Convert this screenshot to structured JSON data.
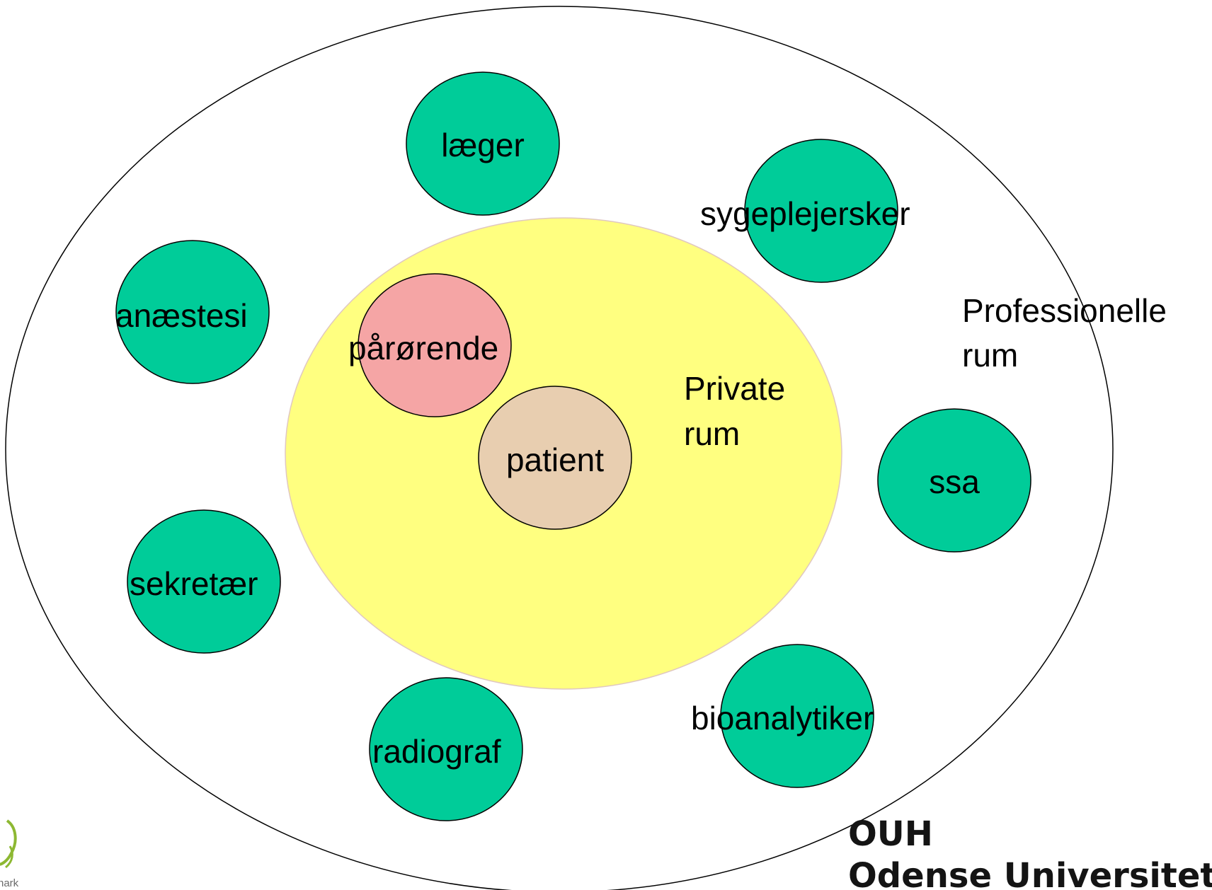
{
  "colors": {
    "outer_fill": "#ffffff",
    "private_fill": "#ffff80",
    "private_stroke": "#e0c8c0",
    "role_fill": "#00cc99",
    "relative_fill": "#f5a5a5",
    "patient_fill": "#e8ceb0",
    "stroke": "#000000",
    "logo_green": "#8db832"
  },
  "private_space": {
    "line1": "Private",
    "line2": "rum"
  },
  "professional_space": {
    "line1": "Professionelle",
    "line2": "rum"
  },
  "center": {
    "patient": "patient",
    "relatives": "pårørende"
  },
  "roles": {
    "laeger": "læger",
    "sygeplejersker": "sygeplejersker",
    "anaestesi": "anæstesi",
    "ssa": "ssa",
    "sekretaer": "sekretær",
    "bioanalytiker": "bioanalytiker",
    "radiograf": "radiograf"
  },
  "logo": {
    "line1": "OUH",
    "line2": "Odense Universitetshospi"
  },
  "left_logo": {
    "text": "nark",
    "icon": "leaf-icon"
  }
}
